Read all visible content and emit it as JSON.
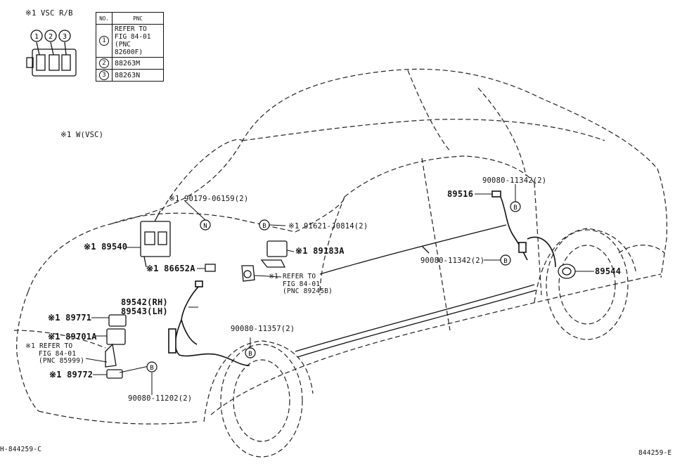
{
  "header": {
    "vsc_rb": "※1 VSC R/B",
    "w_vsc": "※1 W(VSC)"
  },
  "connector_pins": [
    "1",
    "2",
    "3"
  ],
  "pnc_table": {
    "col_no": "NO.",
    "col_pnc": "PNC",
    "rows": [
      {
        "no": "1",
        "lines": [
          "REFER TO",
          "FIG 84-01",
          "(PNC 82600F)"
        ]
      },
      {
        "no": "2",
        "lines": [
          "88263M"
        ]
      },
      {
        "no": "3",
        "lines": [
          "88263N"
        ]
      }
    ]
  },
  "callouts": {
    "p90179": "※1 90179-06159(2)",
    "p89540": "※1 89540",
    "p86652A": "※1 86652A",
    "p91621": "※1 91621-J0814(2)",
    "p89183A": "※1 89183A",
    "refer_8924": [
      "※1 REFER TO",
      "FIG 84-01",
      "(PNC 89245B)"
    ],
    "p89542": "89542(RH)",
    "p89543": "89543(LH)",
    "p89771": "※1 89771",
    "p89701A": "※1 89701A",
    "refer_8599": [
      "※1 REFER TO",
      "FIG 84-01",
      "(PNC 85999)"
    ],
    "p89772": "※1 89772",
    "p90080_11357": "90080-11357(2)",
    "p90080_11202": "90080-11202(2)",
    "p90080_11342_top": "90080-11342(2)",
    "p89516": "89516",
    "p90080_11342_mid": "90080-11342(2)",
    "p89544": "89544"
  },
  "markers": {
    "n": "N",
    "b": "B"
  },
  "footer": {
    "left_code": "H-844259-C",
    "right_code": "844259-E"
  }
}
